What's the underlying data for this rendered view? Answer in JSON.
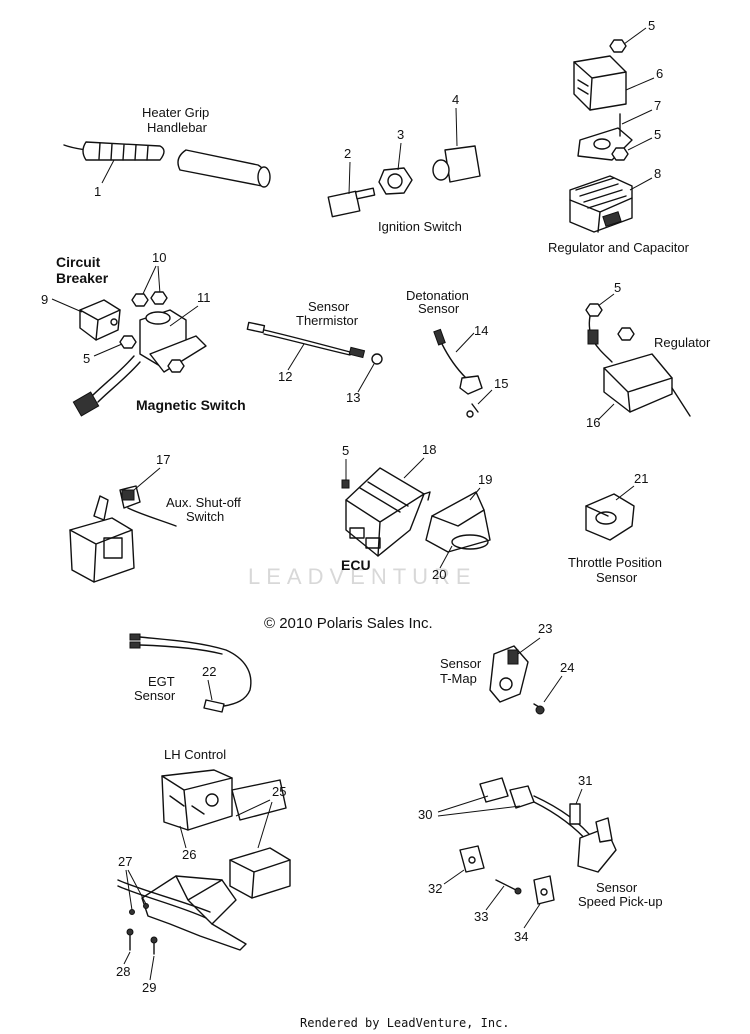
{
  "labels": {
    "heater_grip": [
      "Heater Grip",
      "Handlebar"
    ],
    "ignition_switch": "Ignition Switch",
    "regulator_capacitor": "Regulator and Capacitor",
    "circuit_breaker": [
      "Circuit",
      "Breaker"
    ],
    "sensor_thermistor": [
      "Sensor",
      "Thermistor"
    ],
    "detonation_sensor": [
      "Detonation",
      "Sensor"
    ],
    "regulator": "Regulator",
    "magnetic_switch": "Magnetic Switch",
    "aux_shutoff": [
      "Aux. Shut-off",
      "Switch"
    ],
    "ecu": "ECU",
    "tps": [
      "Throttle Position",
      "Sensor"
    ],
    "copyright": "© 2010 Polaris Sales Inc.",
    "sensor_tmap": [
      "Sensor",
      "T-Map"
    ],
    "egt_sensor": [
      "EGT",
      "Sensor"
    ],
    "lh_control": "LH Control",
    "speed_pickup": [
      "Sensor",
      "Speed Pick-up"
    ],
    "watermark": "LEADVENTURE",
    "footer": "Rendered by LeadVenture, Inc."
  },
  "callouts": [
    "1",
    "2",
    "3",
    "4",
    "5",
    "6",
    "7",
    "5",
    "8",
    "10",
    "9",
    "11",
    "5",
    "12",
    "13",
    "14",
    "15",
    "5",
    "16",
    "17",
    "5",
    "18",
    "19",
    "20",
    "21",
    "22",
    "23",
    "24",
    "25",
    "26",
    "27",
    "28",
    "29",
    "30",
    "31",
    "32",
    "33",
    "34"
  ]
}
